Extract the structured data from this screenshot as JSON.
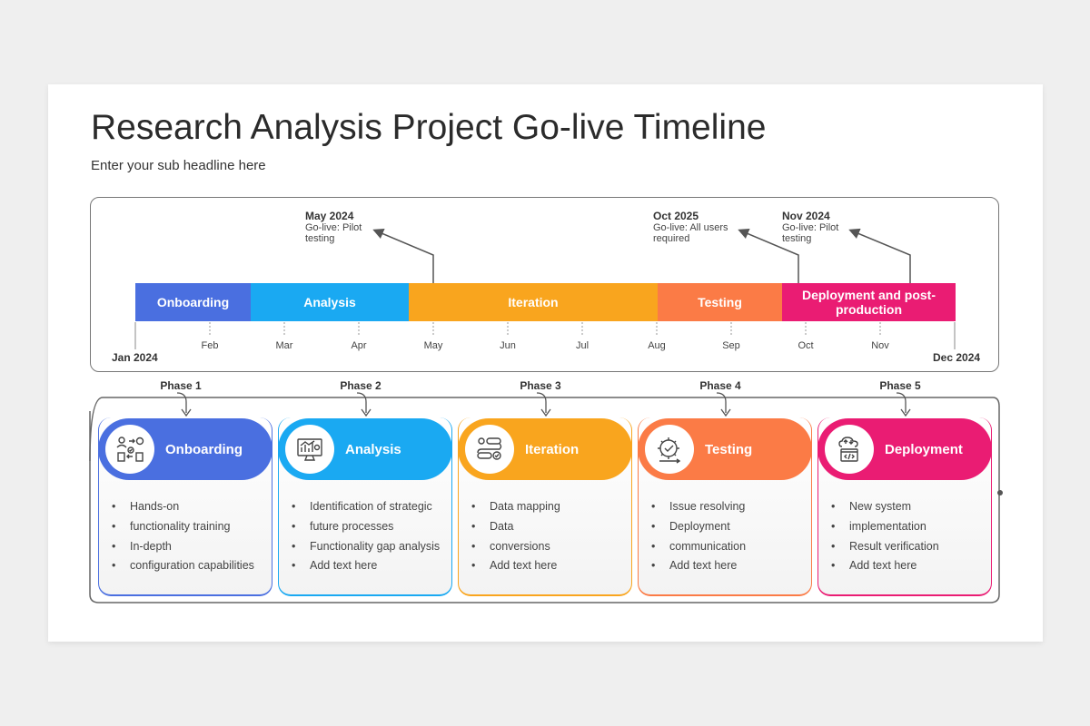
{
  "title": "Research Analysis Project Go-live Timeline",
  "subtitle": "Enter your sub headline here",
  "colors": {
    "onboarding": "#4a6fe0",
    "analysis": "#1aa9f2",
    "iteration": "#f9a51e",
    "testing": "#fb7b46",
    "deployment": "#ea1c73"
  },
  "timeline": {
    "segments": [
      {
        "label": "Onboarding"
      },
      {
        "label": "Analysis"
      },
      {
        "label": "Iteration"
      },
      {
        "label": "Testing"
      },
      {
        "label": "Deployment and post-production"
      }
    ],
    "start_label": "Jan 2024",
    "end_label": "Dec 2024",
    "months": [
      "Feb",
      "Mar",
      "Apr",
      "May",
      "Jun",
      "Jul",
      "Aug",
      "Sep",
      "Oct",
      "Nov"
    ],
    "annotations": [
      {
        "date": "May 2024",
        "text": "Go-live: Pilot testing"
      },
      {
        "date": "Oct 2025",
        "text": "Go-live: All users required"
      },
      {
        "date": "Nov 2024",
        "text": "Go-live: Pilot testing"
      }
    ]
  },
  "phases": [
    {
      "phase": "Phase 1",
      "name": "Onboarding",
      "icon": "workflow-icon",
      "bullets": [
        "Hands-on",
        "functionality  training",
        "In-depth",
        "configuration  capabilities"
      ]
    },
    {
      "phase": "Phase 2",
      "name": "Analysis",
      "icon": "analytics-monitor-icon",
      "bullets": [
        "Identification  of strategic",
        "future  processes",
        "Functionality  gap analysis",
        "Add text  here"
      ]
    },
    {
      "phase": "Phase 3",
      "name": "Iteration",
      "icon": "iteration-flow-icon",
      "bullets": [
        "Data mapping",
        "Data",
        "conversions",
        "Add text  here"
      ]
    },
    {
      "phase": "Phase 4",
      "name": "Testing",
      "icon": "testing-gear-icon",
      "bullets": [
        "Issue  resolving",
        "Deployment",
        "communication",
        "Add text  here"
      ]
    },
    {
      "phase": "Phase 5",
      "name": "Deployment",
      "icon": "cloud-code-icon",
      "bullets": [
        "New system",
        "implementation",
        "Result  verification",
        "Add text  here"
      ]
    }
  ]
}
